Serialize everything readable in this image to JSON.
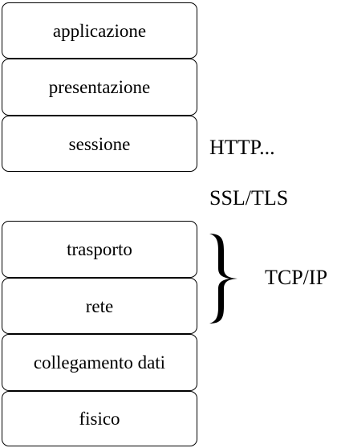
{
  "upper_layers": [
    {
      "label": "applicazione"
    },
    {
      "label": "presentazione"
    },
    {
      "label": "sessione"
    }
  ],
  "lower_layers": [
    {
      "label": "trasporto"
    },
    {
      "label": "rete"
    },
    {
      "label": "collegamento dati"
    },
    {
      "label": "fisico"
    }
  ],
  "annotations": {
    "http": "HTTP...",
    "ssl_tls": "SSL/TLS",
    "tcp_ip": "TCP/IP"
  }
}
